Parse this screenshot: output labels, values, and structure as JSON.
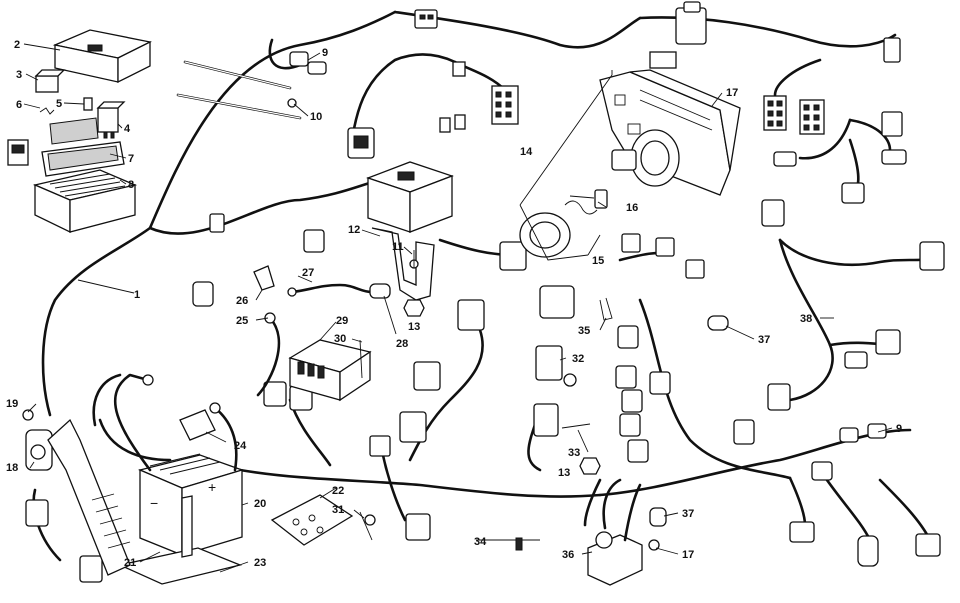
{
  "callouts": [
    {
      "id": "c1",
      "text": "1"
    },
    {
      "id": "c2",
      "text": "2"
    },
    {
      "id": "c3",
      "text": "3"
    },
    {
      "id": "c4",
      "text": "4"
    },
    {
      "id": "c5",
      "text": "5"
    },
    {
      "id": "c6",
      "text": "6"
    },
    {
      "id": "c7",
      "text": "7"
    },
    {
      "id": "c8",
      "text": "8"
    },
    {
      "id": "c9a",
      "text": "9"
    },
    {
      "id": "c9b",
      "text": "9"
    },
    {
      "id": "c10",
      "text": "10"
    },
    {
      "id": "c11",
      "text": "11"
    },
    {
      "id": "c12",
      "text": "12"
    },
    {
      "id": "c13a",
      "text": "13"
    },
    {
      "id": "c13b",
      "text": "13"
    },
    {
      "id": "c14",
      "text": "14"
    },
    {
      "id": "c15",
      "text": "15"
    },
    {
      "id": "c16",
      "text": "16"
    },
    {
      "id": "c17a",
      "text": "17"
    },
    {
      "id": "c17b",
      "text": "17"
    },
    {
      "id": "c18",
      "text": "18"
    },
    {
      "id": "c19",
      "text": "19"
    },
    {
      "id": "c20",
      "text": "20"
    },
    {
      "id": "c21",
      "text": "21"
    },
    {
      "id": "c22",
      "text": "22"
    },
    {
      "id": "c23",
      "text": "23"
    },
    {
      "id": "c24",
      "text": "24"
    },
    {
      "id": "c25",
      "text": "25"
    },
    {
      "id": "c26",
      "text": "26"
    },
    {
      "id": "c27",
      "text": "27"
    },
    {
      "id": "c28",
      "text": "28"
    },
    {
      "id": "c29",
      "text": "29"
    },
    {
      "id": "c30",
      "text": "30"
    },
    {
      "id": "c31",
      "text": "31"
    },
    {
      "id": "c32",
      "text": "32"
    },
    {
      "id": "c33",
      "text": "33"
    },
    {
      "id": "c34",
      "text": "34"
    },
    {
      "id": "c35",
      "text": "35"
    },
    {
      "id": "c36",
      "text": "36"
    },
    {
      "id": "c37a",
      "text": "37"
    },
    {
      "id": "c37b",
      "text": "37"
    },
    {
      "id": "c38",
      "text": "38"
    }
  ],
  "battery": {
    "minus": "−",
    "plus": "+"
  },
  "colors": {
    "line": "#111111",
    "background": "#ffffff"
  }
}
